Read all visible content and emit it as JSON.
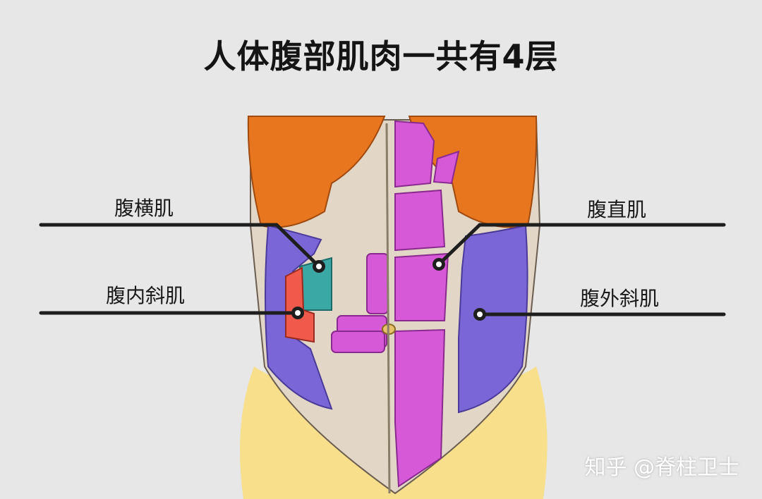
{
  "title": "人体腹部肌肉一共有4层",
  "labels": {
    "transversus": "腹横肌",
    "internal_oblique": "腹内斜肌",
    "rectus": "腹直肌",
    "external_oblique": "腹外斜肌"
  },
  "watermark": "知乎 @脊柱卫士",
  "colors": {
    "background": "#e7e7e7",
    "chest": "#e8761f",
    "rectus": "#d65ad8",
    "external_oblique": "#7a66d6",
    "transversus": "#3aa8a4",
    "internal_oblique": "#ef5a4a",
    "fascia": "#e2d7c7",
    "skin": "#f7df8c",
    "leader": "#1e1e1e"
  }
}
